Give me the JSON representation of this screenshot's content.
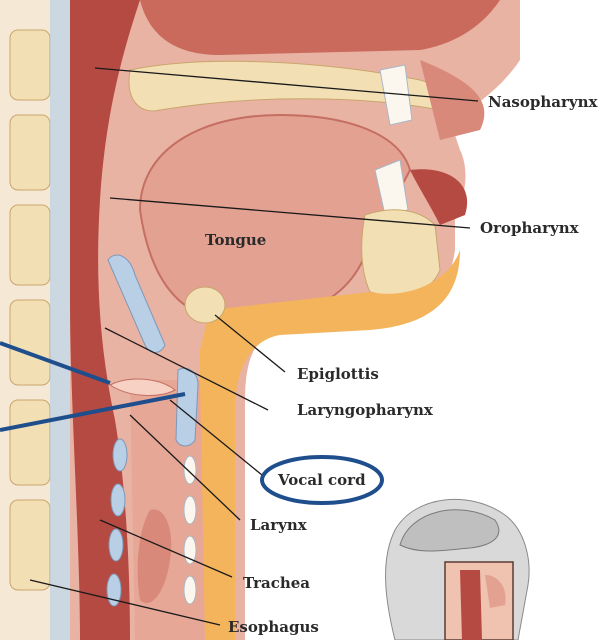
{
  "labels": {
    "nasopharynx": "Nasopharynx",
    "oropharynx": "Oropharynx",
    "tongue": "Tongue",
    "epiglottis": "Epiglottis",
    "laryngopharynx": "Laryngopharynx",
    "vocal_cord": "Vocal cord",
    "larynx": "Larynx",
    "trachea": "Trachea",
    "esophagus": "Esophagus"
  },
  "colors": {
    "tissue_dark": "#b54a42",
    "tissue_mid": "#d9897a",
    "tissue_light": "#f0c2b0",
    "tongue": "#e3a192",
    "bone": "#f3dfb4",
    "cartilage_blue": "#b9cfe6",
    "orange_fill": "#f3b45c",
    "highlight_blue": "#1f4e8c",
    "label_text": "#2a2a2a"
  }
}
